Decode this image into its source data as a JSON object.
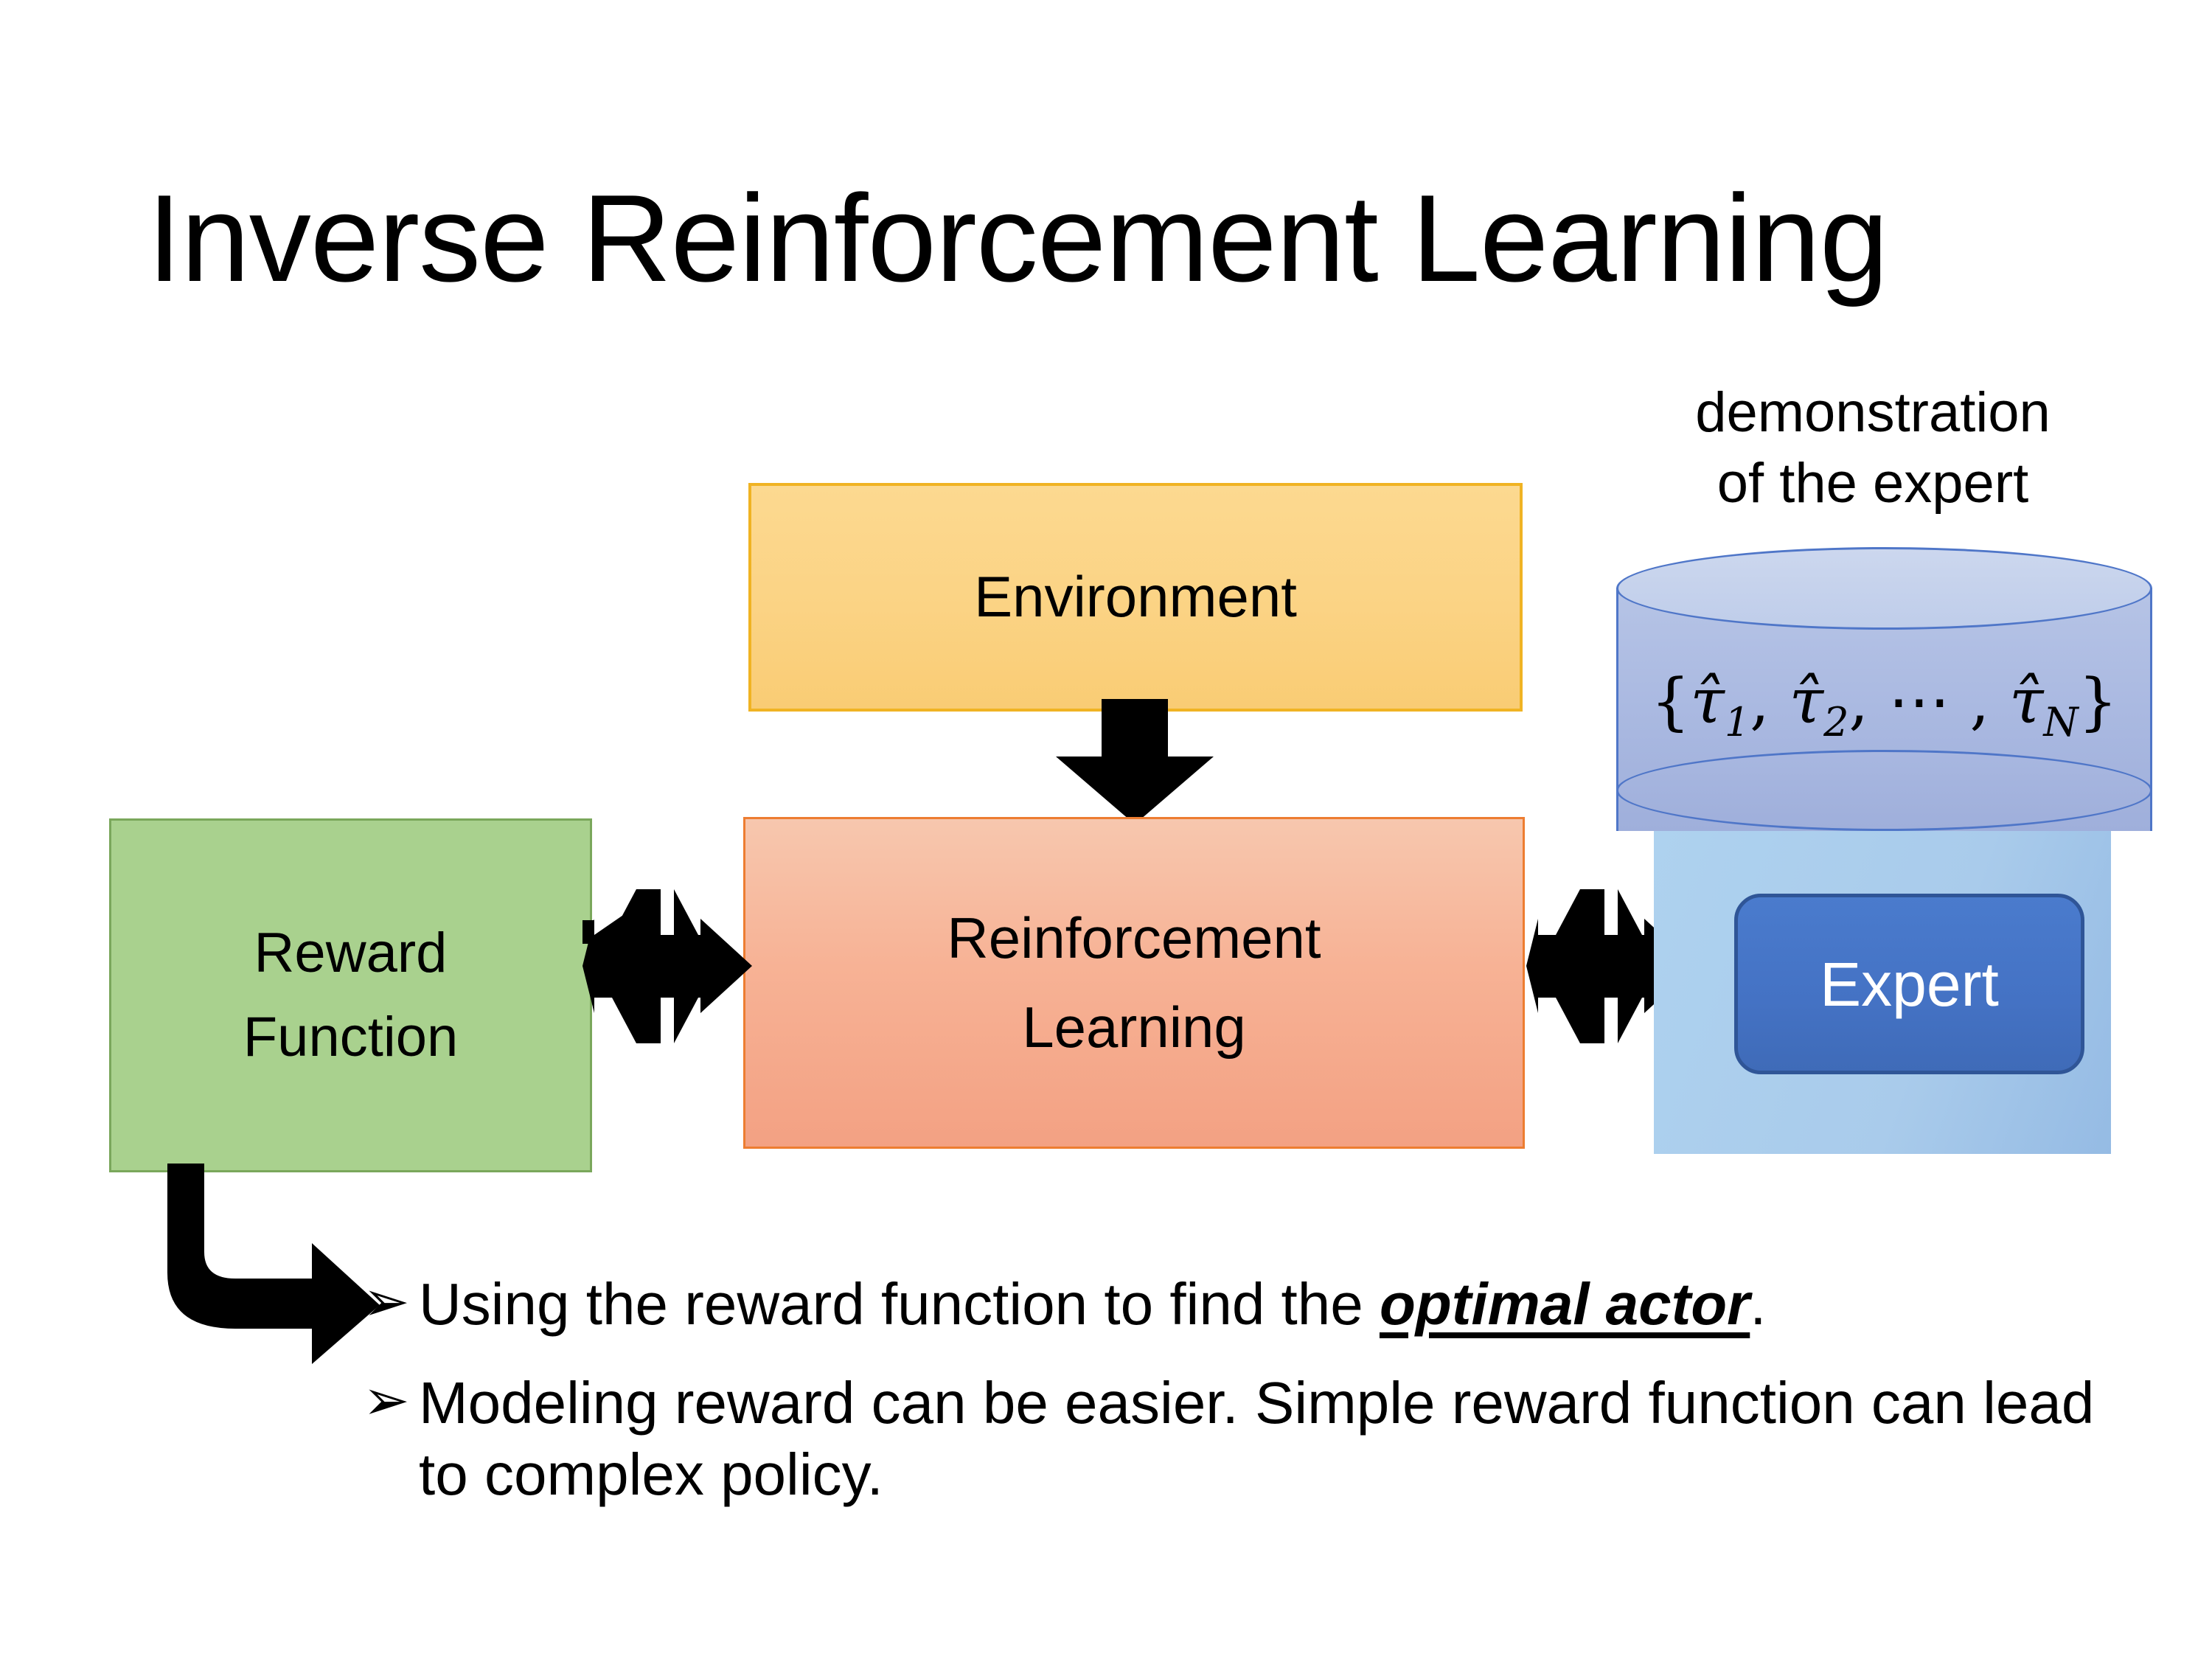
{
  "slide": {
    "title": "Inverse Reinforcement Learning",
    "background_color": "#ffffff"
  },
  "diagram": {
    "environment_box": {
      "label": "Environment",
      "fill_color": "#fbd384",
      "border_color": "#f0b323"
    },
    "reinforcement_learning_box": {
      "label_line1": "Reinforcement",
      "label_line2": "Learning",
      "fill_color": "#f7b295",
      "border_color": "#ed7d31"
    },
    "reward_function_box": {
      "label_line1": "Reward",
      "label_line2": "Function",
      "fill_color": "#a9d18e",
      "border_color": "#7aa75b"
    },
    "demonstration": {
      "caption_line1": "demonstration",
      "caption_line2": "of the expert",
      "cylinder_formula_open": "{",
      "cylinder_formula_tau1": "τ̂",
      "cylinder_formula_sub1": "1",
      "cylinder_formula_comma1": ", ",
      "cylinder_formula_tau2": "τ̂",
      "cylinder_formula_sub2": "2",
      "cylinder_formula_comma2": ", ⋯ , ",
      "cylinder_formula_tauN": "τ̂",
      "cylinder_formula_subN": "N",
      "cylinder_formula_close": "}",
      "cylinder_fill_color": "#aab9e1",
      "cylinder_border_color": "#4f76c8",
      "panel_fill_color": "#a9cbeb",
      "expert_label": "Expert",
      "expert_fill_color": "#4472c4",
      "expert_border_color": "#2f5597",
      "expert_text_color": "#ffffff"
    },
    "connectors": {
      "reward_to_rl": "quad-arrow",
      "rl_to_expert": "quad-arrow",
      "environment_to_rl": "down-arrow",
      "reward_to_bullets": "elbow-arrow",
      "arrow_color": "#000000"
    }
  },
  "bullets": {
    "marker": "➢",
    "items": [
      {
        "prefix": "Using the reward function to find the ",
        "emphasis": "optimal actor",
        "suffix": "."
      },
      {
        "prefix": "Modeling reward can be easier. Simple reward function can lead to complex policy.",
        "emphasis": "",
        "suffix": ""
      }
    ]
  }
}
